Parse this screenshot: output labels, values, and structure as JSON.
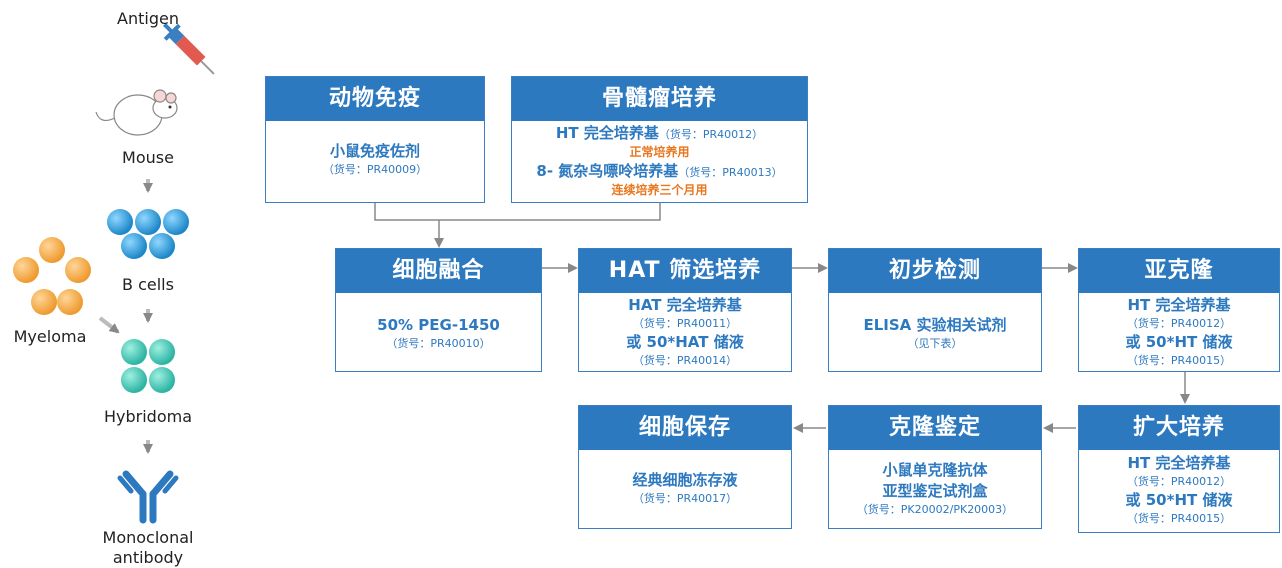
{
  "left": {
    "antigen": "Antigen",
    "mouse": "Mouse",
    "bcells": "B cells",
    "myeloma": "Myeloma",
    "hybridoma": "Hybridoma",
    "mab1": "Monoclonal",
    "mab2": "antibody"
  },
  "boxes": {
    "immunize": {
      "title": "动物免疫",
      "name": "小鼠免疫佐剂",
      "cat": "（货号：PR40009）"
    },
    "myeloma": {
      "title": "骨髓瘤培养",
      "l1_b": "HT 完全培养基",
      "l1_s": "（货号：PR40012）",
      "l2": "正常培养用",
      "l3_b": "8- 氮杂鸟嘌呤培养基",
      "l3_s": "（货号：PR40013）",
      "l4": "连续培养三个月用"
    },
    "fusion": {
      "title": "细胞融合",
      "name": "50% PEG-1450",
      "cat": "（货号：PR40010）"
    },
    "hat": {
      "title": "HAT 筛选培养",
      "l1": "HAT 完全培养基",
      "c1": "（货号：PR40011）",
      "l2": "或 50*HAT 储液",
      "c2": "（货号：PR40014）"
    },
    "detect": {
      "title": "初步检测",
      "name": "ELISA 实验相关试剂",
      "cat": "（见下表）"
    },
    "subclone": {
      "title": "亚克隆",
      "l1": "HT 完全培养基",
      "c1": "（货号：PR40012）",
      "l2": "或 50*HT 储液",
      "c2": "（货号：PR40015）"
    },
    "expand": {
      "title": "扩大培养",
      "l1": "HT 完全培养基",
      "c1": "（货号：PR40012）",
      "l2": "或 50*HT 储液",
      "c2": "（货号：PR40015）"
    },
    "identify": {
      "title": "克隆鉴定",
      "l1": "小鼠单克隆抗体",
      "l2": "亚型鉴定试剂盒",
      "cat": "（货号：PK20002/PK20003）"
    },
    "store": {
      "title": "细胞保存",
      "name": "经典细胞冻存液",
      "cat": "（货号：PR40017）"
    }
  },
  "colors": {
    "header": "#2d79c0",
    "text_blue": "#2d79c0",
    "orange": "#e8771f",
    "arrow": "#888888",
    "bcell": "#2a9bd8",
    "myeloma": "#f2a03a",
    "hybridoma": "#3dbfb0"
  }
}
